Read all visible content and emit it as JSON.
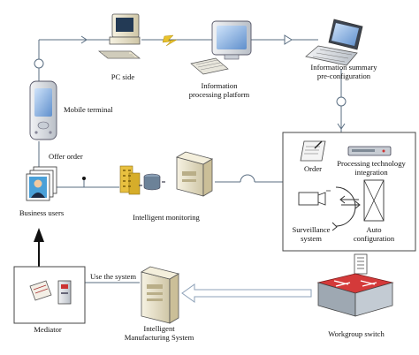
{
  "labels": {
    "pc_side": "PC side",
    "info_platform_1": "Information",
    "info_platform_2": "processing platform",
    "info_summary_1": "Information summary",
    "info_summary_2": "pre-configuration",
    "mobile_terminal": "Mobile terminal",
    "offer_order": "Offer order",
    "business_users": "Business users",
    "intelligent_monitoring": "Intelligent monitoring",
    "order": "Order",
    "processing_tech_1": "Processing technology",
    "processing_tech_2": "integration",
    "surveillance_1": "Surveillance",
    "surveillance_2": "system",
    "auto_config_1": "Auto",
    "auto_config_2": "configuration",
    "use_the_system": "Use the system",
    "mediator": "Mediator",
    "ims_1": "Intelligent",
    "ims_2": "Manufacturing System",
    "workgroup_switch": "Workgroup switch"
  },
  "colors": {
    "line": "#5a6e82",
    "box_border": "#444444",
    "beige": "#e9e2c9",
    "screen_blue": "#8fb8e8",
    "laptop_silver": "#d9dde2",
    "monitor_cream": "#efe9d4",
    "switch_red": "#cc3333",
    "building_yellow": "#e8c040",
    "flow_arrow": "#c8d4e0",
    "black_arrow": "#111111"
  }
}
